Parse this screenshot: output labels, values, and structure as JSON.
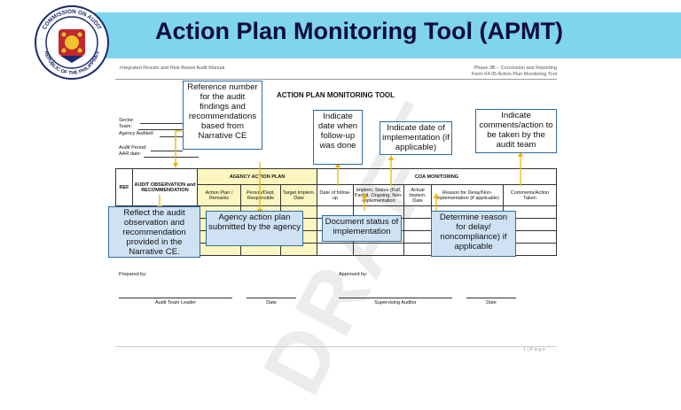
{
  "banner": {
    "title": "Action Plan Monitoring Tool (APMT)",
    "bg_color": "#7fd4ee"
  },
  "seal": {
    "text_top": "COMMISSION ON AUDIT",
    "text_bottom": "REPUBLIC OF THE PHILIPPINES"
  },
  "manual_header": {
    "left": "Integrated Results and Risk-Based Audit Manual",
    "right_line1": "Phase 3B – Conclusion and Reporting",
    "right_line2": "Form 04-05 Action Plan Monitoring Tool"
  },
  "form": {
    "title": "ACTION PLAN MONITORING TOOL",
    "fields": [
      "Sector:",
      "Team:",
      "Agency Audited:",
      "Audit Period:",
      "AAR date:"
    ]
  },
  "table": {
    "ref": "REF",
    "audit_observation": "AUDIT OBSERVATION and RECOMMENDATION",
    "agency_action_plan": "AGENCY ACTION PLAN",
    "coa_monitoring": "COA MONITORING",
    "subheaders": [
      "Action Plan / Remarks",
      "Person/Dept. Responsible",
      "Target Implem. Date",
      "Date of follow-up",
      "Implem. Status (Full, Partial, Ongoing, Non-implementation",
      "Actual Implem. Date",
      "Reason for Delay/Non-Implementation (if applicable)",
      "Comments/Action Taken"
    ]
  },
  "signatures": {
    "prepared_by": "Prepared by:",
    "approved_by": "Approved by:",
    "audit_team_leader": "Audit Team Leader",
    "date1": "Date",
    "supervising_auditor": "Supervising Auditor",
    "date2": "Date"
  },
  "callouts": {
    "reference_number": "Reference number for the audit findings and recommendations based from Narrative CE",
    "indicate_followup": "Indicate date when follow-up was done",
    "indicate_implementation": "Indicate date of implementation (if applicable)",
    "indicate_comments": "Indicate comments/action to be taken by the audit team",
    "reflect_observation": "Reflect the audit observation and recommendation provided in the Narrative CE.",
    "agency_action_plan": "Agency action plan submitted by the agency",
    "document_status": "Document status of implementation",
    "determine_reason": "Determine reason for delay/ noncompliance) if applicable"
  },
  "footer": {
    "page": "1 | P a g e"
  },
  "watermark": "DRAFT",
  "colors": {
    "callout_border": "#2e6b9e",
    "callout_blue": "#cfe2f3",
    "arrow": "#f0b400",
    "yellow_cells": "#fdf6c0"
  }
}
